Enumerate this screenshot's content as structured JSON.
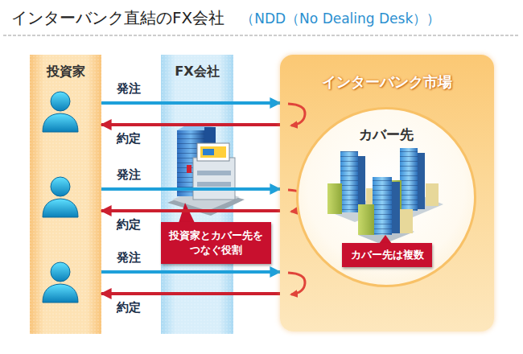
{
  "diagram": {
    "title": "インターバンク直結のFX会社",
    "nodes": [
      {
        "text": [
          "投資家"
        ]
      },
      {
        "text": [
          "FX会社"
        ]
      },
      {
        "text": [
          "投資家とカバー先を つなぐ役割"
        ]
      },
      {
        "text": [
          "インターバンク市場"
        ]
      },
      {
        "text": [
          "カバー先"
        ],
        "in": 3
      },
      {
        "text": [
          "カバー先は複数"
        ],
        "in": 4
      }
    ],
    "edges": [
      {
        "from": 0,
        "to": 3,
        "label": "発注",
        "arrow": "to"
      },
      {
        "from": 3,
        "to": 0,
        "label": "約定",
        "arrow": "to"
      },
      {
        "from": 0,
        "to": 3,
        "label": "発注",
        "arrow": "to"
      },
      {
        "from": 3,
        "to": 0,
        "label": "約定",
        "arrow": "to"
      },
      {
        "from": 0,
        "to": 3,
        "label": "発注",
        "arrow": "to"
      },
      {
        "from": 3,
        "to": 0,
        "label": "約定",
        "arrow": "to"
      }
    ],
    "labels": [
      "（NDD（No Dealing Desk））"
    ]
  }
}
